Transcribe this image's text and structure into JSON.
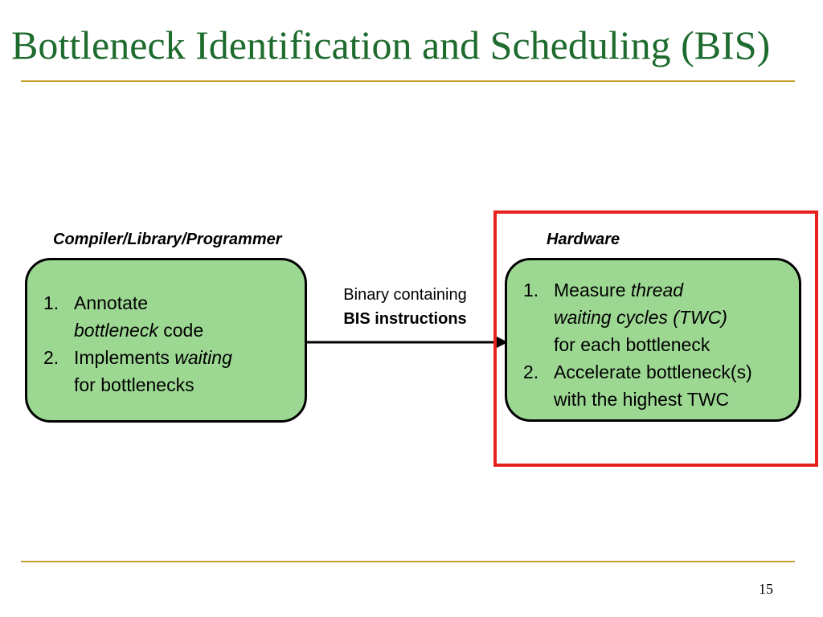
{
  "title": "Bottleneck Identification and Scheduling (BIS)",
  "colors": {
    "title": "#1e6b2e",
    "rule": "#c8a02e",
    "box_fill": "#9dd893",
    "highlight": "#e6221e",
    "arrow": "#000000"
  },
  "left": {
    "header": "Compiler/Library/Programmer",
    "steps": [
      {
        "number": "1.",
        "lines": [
          {
            "parts": [
              {
                "text": "Annotate",
                "italic": false
              }
            ]
          },
          {
            "parts": [
              {
                "text": "bottleneck",
                "italic": true
              },
              {
                "text": " code",
                "italic": false
              }
            ]
          }
        ]
      },
      {
        "number": "2.",
        "lines": [
          {
            "parts": [
              {
                "text": "Implements ",
                "italic": false
              },
              {
                "text": "waiting",
                "italic": true
              }
            ]
          },
          {
            "parts": [
              {
                "text": "for bottlenecks",
                "italic": false
              }
            ]
          }
        ]
      }
    ]
  },
  "right": {
    "header": "Hardware",
    "steps": [
      {
        "number": "1.",
        "lines": [
          {
            "parts": [
              {
                "text": "Measure ",
                "italic": false
              },
              {
                "text": "thread",
                "italic": true
              }
            ]
          },
          {
            "parts": [
              {
                "text": "waiting cycles (TWC)",
                "italic": true
              }
            ]
          },
          {
            "parts": [
              {
                "text": "for each bottleneck",
                "italic": false
              }
            ]
          }
        ]
      },
      {
        "number": "2.",
        "lines": [
          {
            "parts": [
              {
                "text": "Accelerate bottleneck(s)",
                "italic": false
              }
            ]
          },
          {
            "parts": [
              {
                "text": "with the highest TWC",
                "italic": false
              }
            ]
          }
        ]
      }
    ]
  },
  "arrow": {
    "label_line1": "Binary containing",
    "label_line2": "BIS instructions"
  },
  "page_number": "15"
}
